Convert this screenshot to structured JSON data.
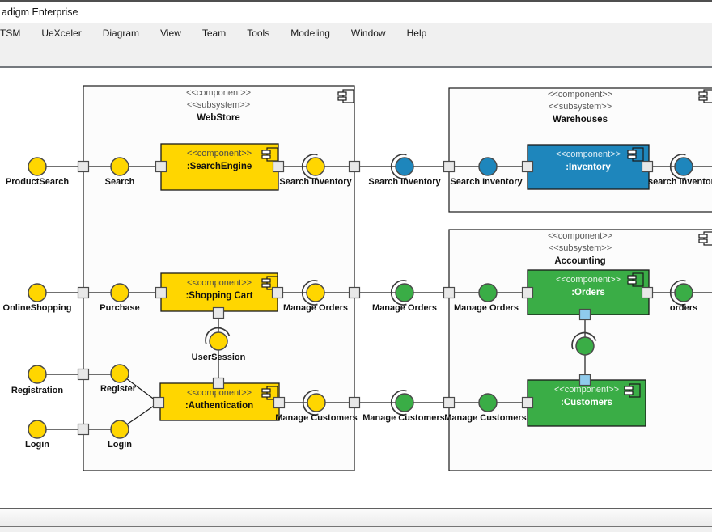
{
  "window": {
    "title": "adigm Enterprise"
  },
  "menu": {
    "items": [
      "TSM",
      "UeXceler",
      "Diagram",
      "View",
      "Team",
      "Tools",
      "Modeling",
      "Window",
      "Help"
    ]
  },
  "colors": {
    "component_yellow": "#FFD600",
    "component_blue": "#1E86BC",
    "component_green": "#3AAD46",
    "port_fill": "#E8E8E8",
    "port_selected": "#8FCBEC"
  },
  "stereotypes": {
    "component": "<<component>>",
    "subsystem": "<<subsystem>>"
  },
  "subsystems": {
    "webstore": "WebStore",
    "warehouses": "Warehouses",
    "accounting": "Accounting"
  },
  "components": {
    "search_engine": ":SearchEngine",
    "shopping_cart": ":Shopping Cart",
    "authentication": ":Authentication",
    "inventory": ":Inventory",
    "orders": ":Orders",
    "customers": ":Customers"
  },
  "interfaces": {
    "product_search": "ProductSearch",
    "search": "Search",
    "search_inventory": "Search Inventory",
    "search_inventory_lower": "search inventory",
    "online_shopping": "OnlineShopping",
    "purchase": "Purchase",
    "manage_orders": "Manage Orders",
    "orders_lower": "orders",
    "user_session": "UserSession",
    "registration": "Registration",
    "register": "Register",
    "login": "Login",
    "manage_customers": "Manage Customers"
  }
}
